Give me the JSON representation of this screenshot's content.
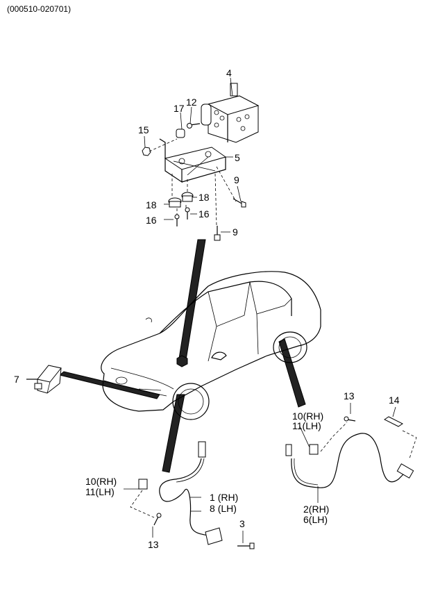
{
  "diagram_code": "(000510-020701)",
  "callouts": {
    "c4": "4",
    "c17": "17",
    "c12": "12",
    "c15": "15",
    "c5": "5",
    "c9a": "9",
    "c18a": "18",
    "c18b": "18",
    "c16a": "16",
    "c16b": "16",
    "c9b": "9",
    "c7": "7",
    "c13a": "13",
    "c14": "14",
    "c10a": "10",
    "c10a_side": "(RH)",
    "c11a": "11",
    "c11a_side": "(LH)",
    "c10b": "10",
    "c10b_side": "(RH)",
    "c11b": "11",
    "c11b_side": "(LH)",
    "c1": "1",
    "c1_side": "(RH)",
    "c8": "8",
    "c8_side": "(LH)",
    "c3": "3",
    "c13b": "13",
    "c2": "2",
    "c2_side": "(RH)",
    "c6": "6",
    "c6_side": "(LH)"
  }
}
